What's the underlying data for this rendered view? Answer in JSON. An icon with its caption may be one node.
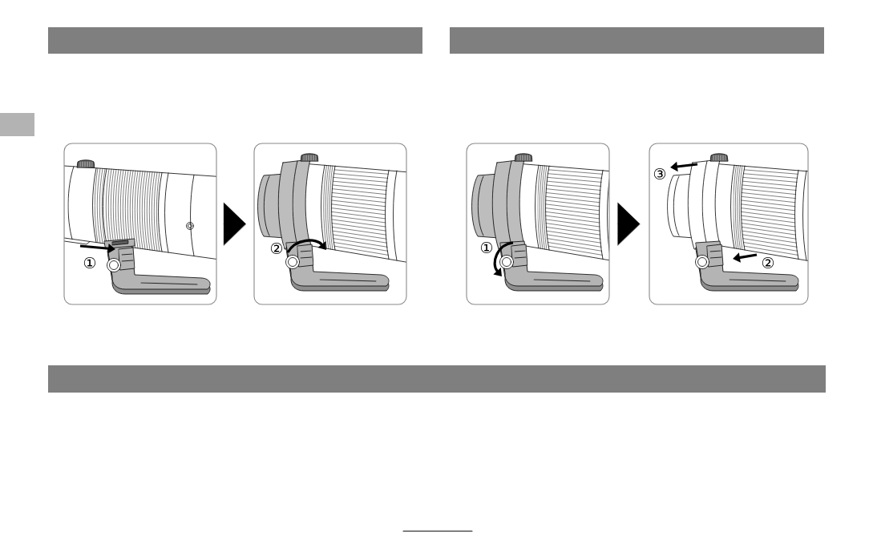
{
  "diagram": {
    "nodes": [
      {
        "text": [],
        "shape": "picture"
      },
      {
        "text": [],
        "shape": "picture"
      },
      {
        "text": [],
        "shape": "picture"
      },
      {
        "text": [],
        "shape": "picture"
      }
    ],
    "edges": [
      {
        "from": 0,
        "to": 1,
        "arrow": "to"
      },
      {
        "from": 2,
        "to": 3,
        "arrow": "to"
      }
    ],
    "labels": [
      "①",
      "②",
      "①",
      "③",
      "②"
    ]
  }
}
